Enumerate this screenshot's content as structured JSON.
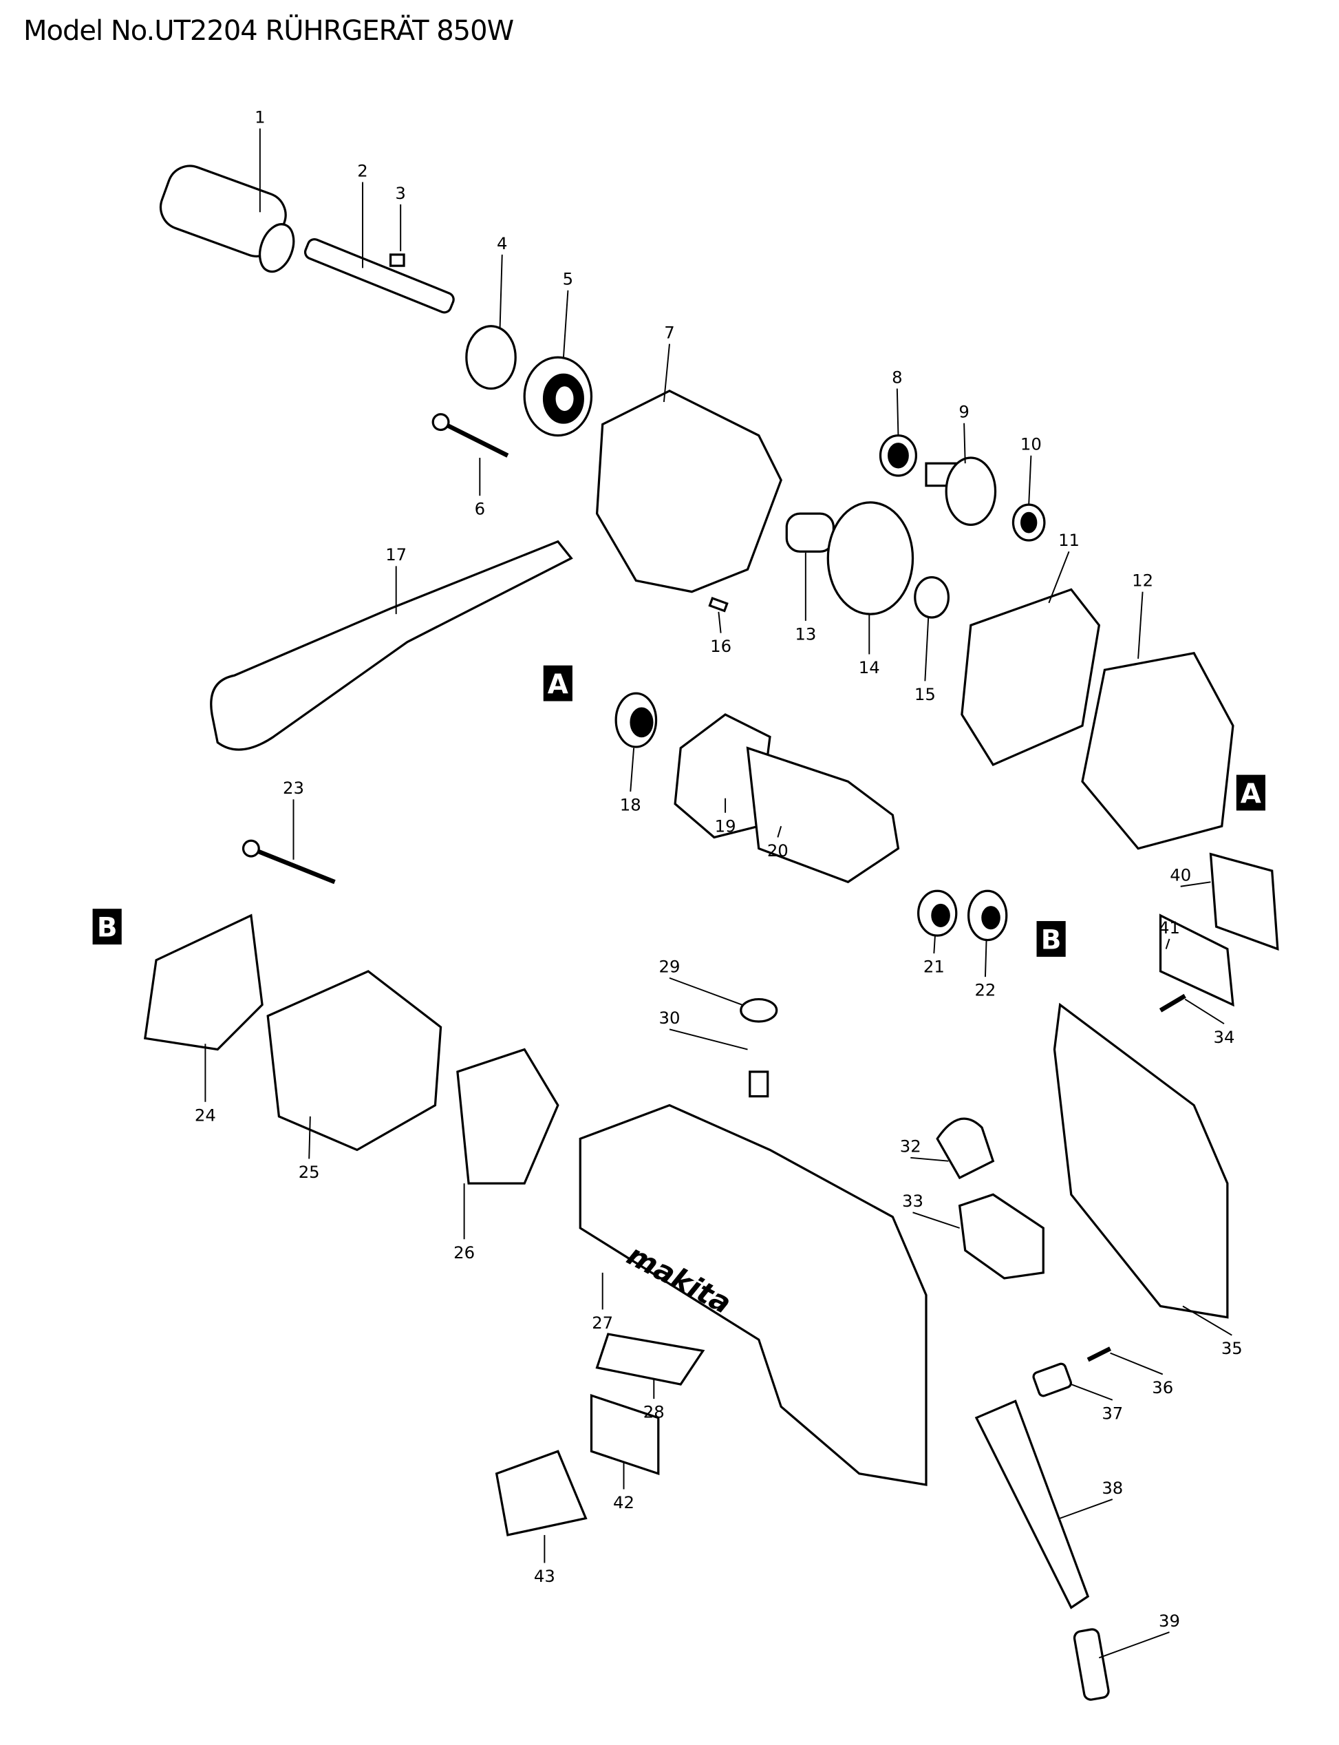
{
  "title": "Model No.UT2204 RÜHRGERÄT 850W",
  "parts": [
    "1",
    "2",
    "3",
    "4",
    "5",
    "6",
    "7",
    "8",
    "9",
    "10",
    "11",
    "12",
    "13",
    "14",
    "15",
    "16",
    "17",
    "18",
    "19",
    "20",
    "21",
    "22",
    "23",
    "24",
    "25",
    "26",
    "27",
    "28",
    "29",
    "30",
    "32",
    "33",
    "34",
    "35",
    "36",
    "37",
    "38",
    "39",
    "40",
    "41",
    "42",
    "43"
  ],
  "markers": [
    "A",
    "A",
    "B",
    "B"
  ],
  "housing_logo": "makita"
}
